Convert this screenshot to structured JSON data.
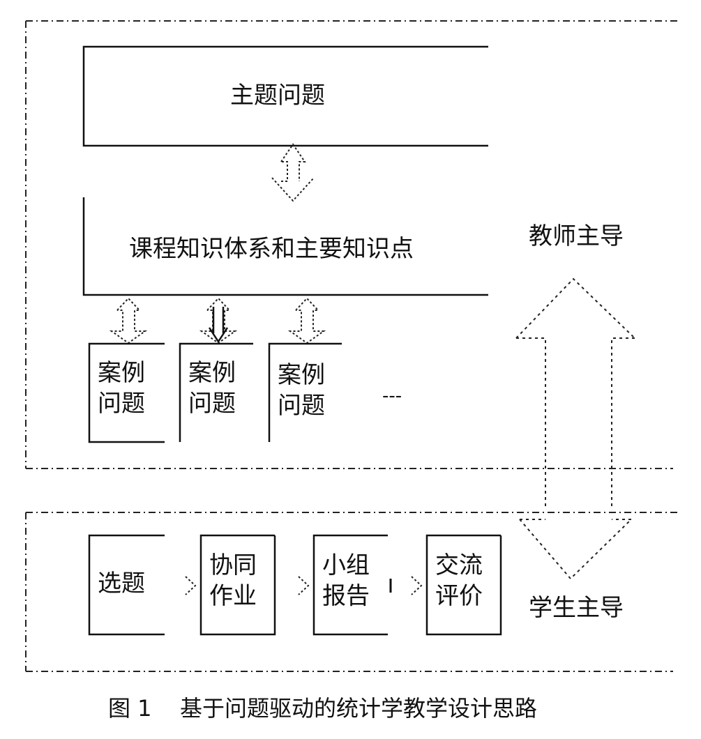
{
  "diagram": {
    "topic_box": "主题问题",
    "knowledge_box": "课程知识体系和主要知识点",
    "case_boxes": [
      "案例\n问题",
      "案例\n问题",
      "案例\n问题"
    ],
    "ellipsis": "---",
    "teacher_label": "教师主导",
    "student_label": "学生主导",
    "student_steps": [
      "选题",
      "协同\n作业",
      "小组\n报告",
      "交流\n评价"
    ]
  },
  "caption": {
    "figure_no": "图 1",
    "text": "基于问题驱动的统计学教学设计思路"
  }
}
